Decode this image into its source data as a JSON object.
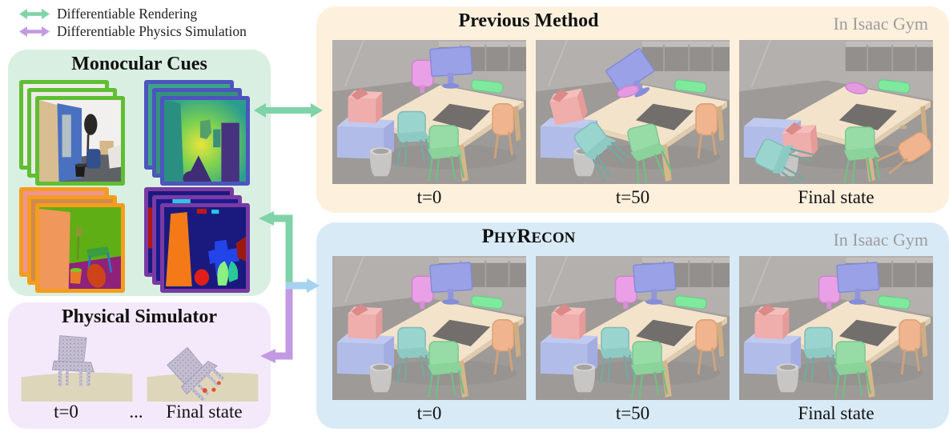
{
  "legend": {
    "items": [
      {
        "label": "Differentiable Rendering",
        "color": "#7fd3a8"
      },
      {
        "label": "Differentiable Physics Simulation",
        "color": "#c29ae2"
      }
    ]
  },
  "monocular": {
    "title": "Monocular Cues",
    "bg": "#d9efe2",
    "stacks": [
      {
        "name": "rgb-image-stack",
        "border": "#5fbe33"
      },
      {
        "name": "depth-map-stack",
        "border": "#4c55bd"
      },
      {
        "name": "normal-map-stack",
        "border": "#f59d1c"
      },
      {
        "name": "segmentation-map-stack",
        "border": "#7a3aa4"
      }
    ]
  },
  "simulator": {
    "title": "Physical Simulator",
    "bg": "#f4e9fa",
    "label_t0": "t=0",
    "label_dots": "...",
    "label_final": "Final state"
  },
  "previous": {
    "title": "Previous Method",
    "corner_note": "In Isaac Gym",
    "bg": "#fdf0dd",
    "labels": [
      "t=0",
      "t=50",
      "Final state"
    ]
  },
  "phyrecon": {
    "title_parts": {
      "p1": "P",
      "p2": "HY",
      "p3": "R",
      "p4": "ECON"
    },
    "corner_note": "In Isaac Gym",
    "bg": "#d9eaf7",
    "labels": [
      "t=0",
      "t=50",
      "Final state"
    ]
  },
  "connectors": {
    "rendering_color": "#7fd3a8",
    "physics_color": "#c29ae2",
    "input_arrow_color": "#a5d2ee"
  }
}
